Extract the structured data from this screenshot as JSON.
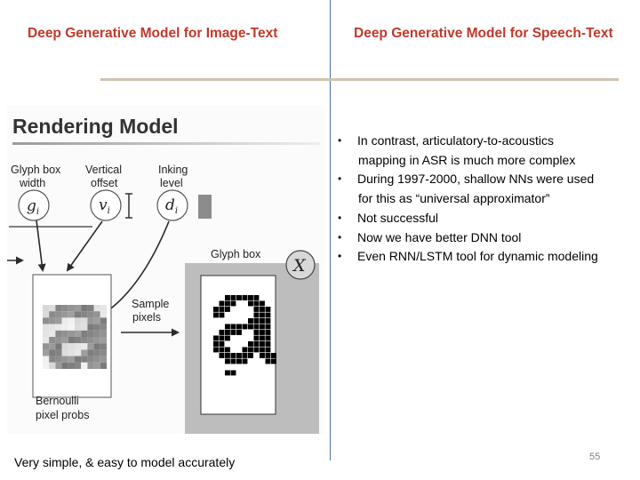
{
  "titles": {
    "left": "Deep Generative Model for Image-Text",
    "right": "Deep Generative Model for Speech-Text"
  },
  "figure": {
    "heading": "Rendering Model",
    "labels": {
      "glyph_box_width": [
        "Glyph box",
        "width"
      ],
      "vertical_offset": [
        "Vertical",
        "offset"
      ],
      "inking_level": [
        "Inking",
        "level"
      ],
      "glyph_box": "Glyph box",
      "sample_pixels": [
        "Sample",
        "pixels"
      ],
      "bernoulli": [
        "Bernoulli",
        "pixel probs"
      ]
    },
    "nodes": {
      "g": "g",
      "g_sub": "i",
      "v": "v",
      "v_sub": "i",
      "d": "d",
      "d_sub": "i",
      "x": "X"
    }
  },
  "bullets": [
    {
      "lines": [
        "In contrast, articulatory-to-acoustics",
        "mapping in ASR is much more complex"
      ]
    },
    {
      "lines": [
        "During 1997-2000, shallow NNs were used",
        "for this as “universal approximator”"
      ]
    },
    {
      "lines": [
        "Not successful"
      ]
    },
    {
      "lines": [
        "Now we have better DNN tool"
      ]
    },
    {
      "lines": [
        "Even RNN/LSTM tool for dynamic modeling"
      ]
    }
  ],
  "bullet_glyph": "•",
  "caption": "Very simple, & easy to model accurately",
  "page_number": "55",
  "colors": {
    "title": "#c0392b",
    "divider": "#4f6fa0",
    "rule": "#cfc3ae"
  }
}
